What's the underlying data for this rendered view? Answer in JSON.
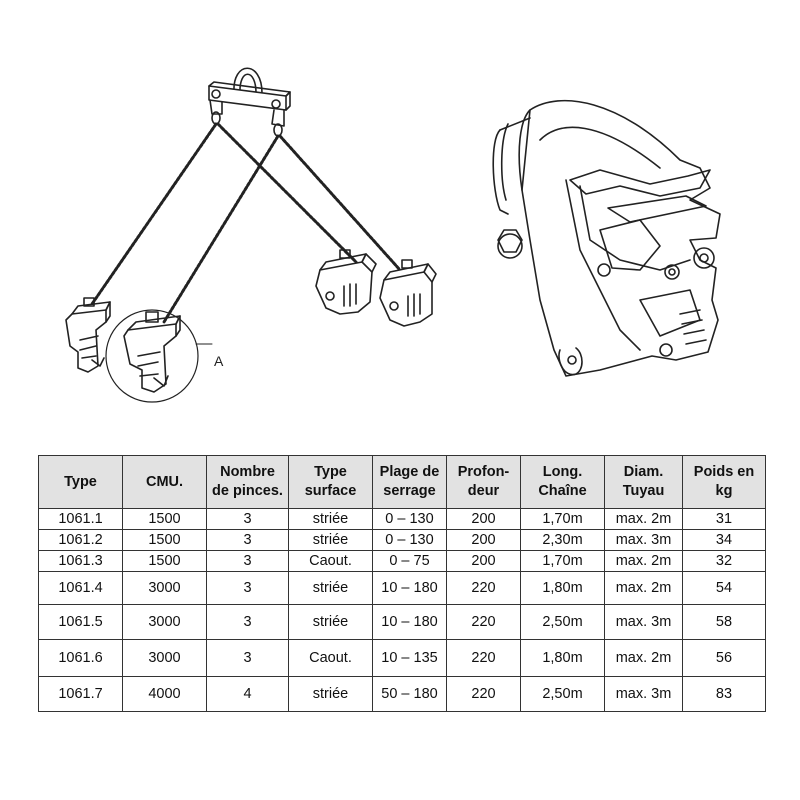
{
  "figure": {
    "callout_label": "A"
  },
  "table": {
    "headers": [
      [
        "Type"
      ],
      [
        "CMU."
      ],
      [
        "Nombre",
        "de pinces."
      ],
      [
        "Type",
        "surface"
      ],
      [
        "Plage de",
        "serrage"
      ],
      [
        "Profon-",
        "deur"
      ],
      [
        "Long.",
        "Chaîne"
      ],
      [
        "Diam.",
        "Tuyau"
      ],
      [
        "Poids en",
        "kg"
      ]
    ],
    "rows": [
      [
        "1061.1",
        "1500",
        "3",
        "striée",
        "0 – 130",
        "200",
        "1,70m",
        "max. 2m",
        "31"
      ],
      [
        "1061.2",
        "1500",
        "3",
        "striée",
        "0 – 130",
        "200",
        "2,30m",
        "max. 3m",
        "34"
      ],
      [
        "1061.3",
        "1500",
        "3",
        "Caout.",
        "0 – 75",
        "200",
        "1,70m",
        "max. 2m",
        "32"
      ],
      [
        "1061.4",
        "3000",
        "3",
        "striée",
        "10 – 180",
        "220",
        "1,80m",
        "max. 2m",
        "54"
      ],
      [
        "1061.5",
        "3000",
        "3",
        "striée",
        "10 – 180",
        "220",
        "2,50m",
        "max. 3m",
        "58"
      ],
      [
        "1061.6",
        "3000",
        "3",
        "Caout.",
        "10 – 135",
        "220",
        "1,80m",
        "max. 2m",
        "56"
      ],
      [
        "1061.7",
        "4000",
        "4",
        "striée",
        "50 – 180",
        "220",
        "2,50m",
        "max. 3m",
        "83"
      ]
    ]
  }
}
